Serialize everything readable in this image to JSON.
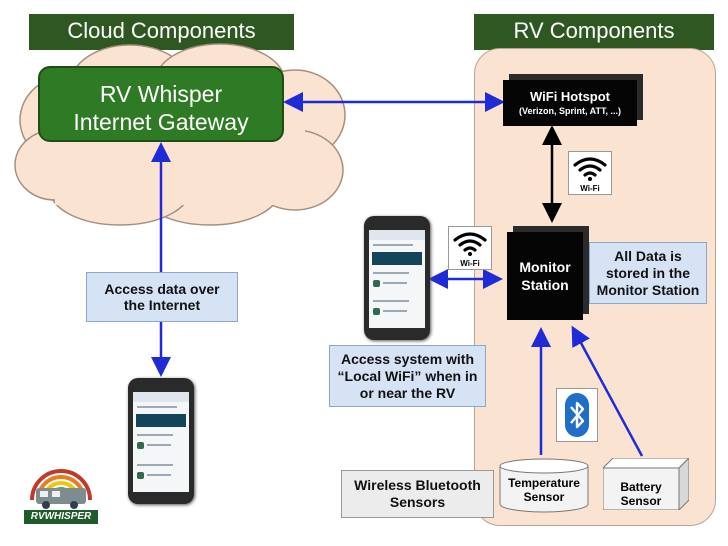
{
  "headers": {
    "cloud": "Cloud Components",
    "rv": "RV Components"
  },
  "gateway": {
    "line1": "RV Whisper",
    "line2": "Internet Gateway"
  },
  "hotspot": {
    "title": "WiFi Hotspot",
    "subtitle": "(Verizon, Sprint, ATT, ...)"
  },
  "monitor": {
    "line1": "Monitor",
    "line2": "Station"
  },
  "wifi_label": "Wi-Fi",
  "notes": {
    "internet": {
      "line1": "Access data over",
      "line2": "the Internet"
    },
    "local": {
      "line1": "Access system with",
      "line2": "“Local WiFi” when in",
      "line3": "or near the RV"
    },
    "stored": {
      "line1": "All Data is",
      "line2": "stored in the",
      "line3": "Monitor Station"
    },
    "sensors": {
      "line1": "Wireless Bluetooth",
      "line2": "Sensors"
    }
  },
  "temperature_sensor": {
    "line1": "Temperature",
    "line2": "Sensor"
  },
  "battery_sensor": {
    "line1": "Battery",
    "line2": "Sensor"
  },
  "logo_text": "RVWHISPER",
  "colors": {
    "header_green": "#2f5722",
    "gateway_green": "#2f7a24",
    "arrow_blue": "#1f2bd6",
    "rv_panel": "#fbe3d2",
    "note_blue": "#d6e3f5"
  }
}
